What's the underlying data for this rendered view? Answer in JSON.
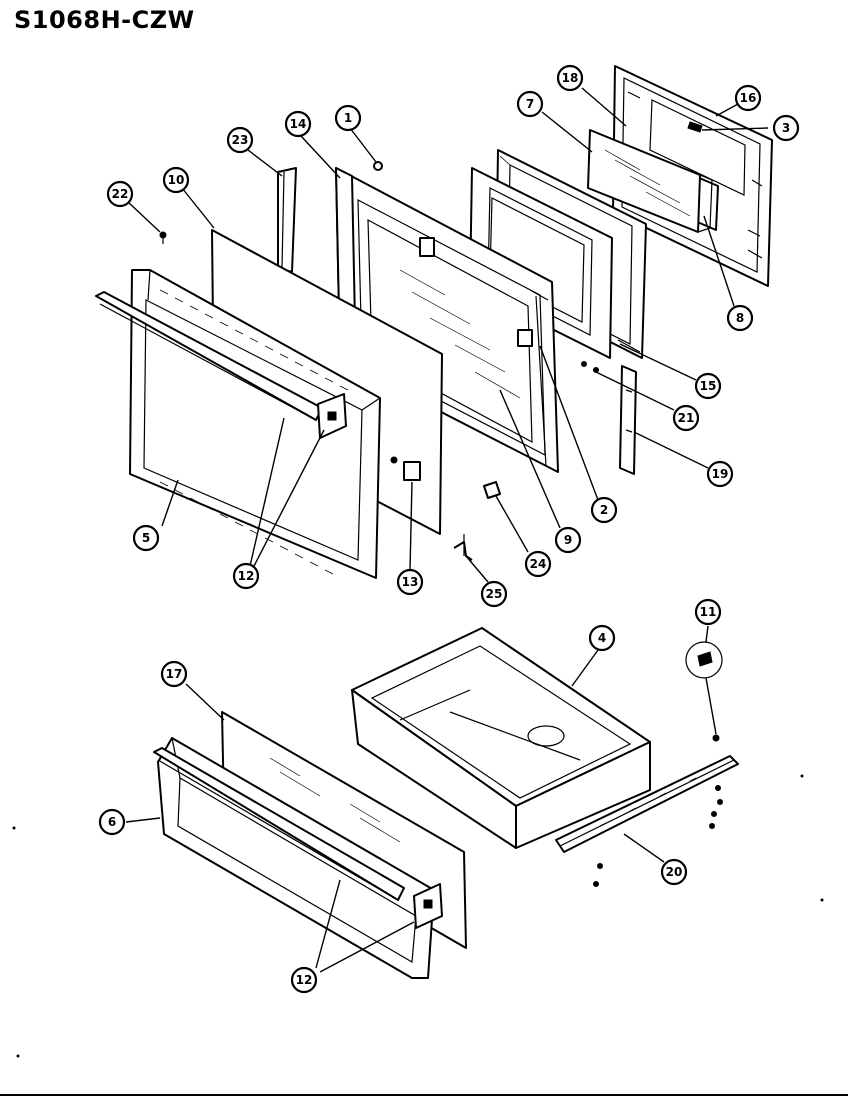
{
  "title": "S1068H-CZW",
  "callouts": [
    {
      "id": "callout-1",
      "label": "1"
    },
    {
      "id": "callout-2",
      "label": "2"
    },
    {
      "id": "callout-3",
      "label": "3"
    },
    {
      "id": "callout-4",
      "label": "4"
    },
    {
      "id": "callout-5",
      "label": "5"
    },
    {
      "id": "callout-6",
      "label": "6"
    },
    {
      "id": "callout-7",
      "label": "7"
    },
    {
      "id": "callout-8",
      "label": "8"
    },
    {
      "id": "callout-9",
      "label": "9"
    },
    {
      "id": "callout-10",
      "label": "10"
    },
    {
      "id": "callout-11",
      "label": "11"
    },
    {
      "id": "callout-12a",
      "label": "12"
    },
    {
      "id": "callout-12b",
      "label": "12"
    },
    {
      "id": "callout-13",
      "label": "13"
    },
    {
      "id": "callout-14",
      "label": "14"
    },
    {
      "id": "callout-15",
      "label": "15"
    },
    {
      "id": "callout-16",
      "label": "16"
    },
    {
      "id": "callout-17",
      "label": "17"
    },
    {
      "id": "callout-18",
      "label": "18"
    },
    {
      "id": "callout-19",
      "label": "19"
    },
    {
      "id": "callout-20",
      "label": "20"
    },
    {
      "id": "callout-21",
      "label": "21"
    },
    {
      "id": "callout-22",
      "label": "22"
    },
    {
      "id": "callout-23",
      "label": "23"
    },
    {
      "id": "callout-24",
      "label": "24"
    },
    {
      "id": "callout-25",
      "label": "25"
    }
  ]
}
